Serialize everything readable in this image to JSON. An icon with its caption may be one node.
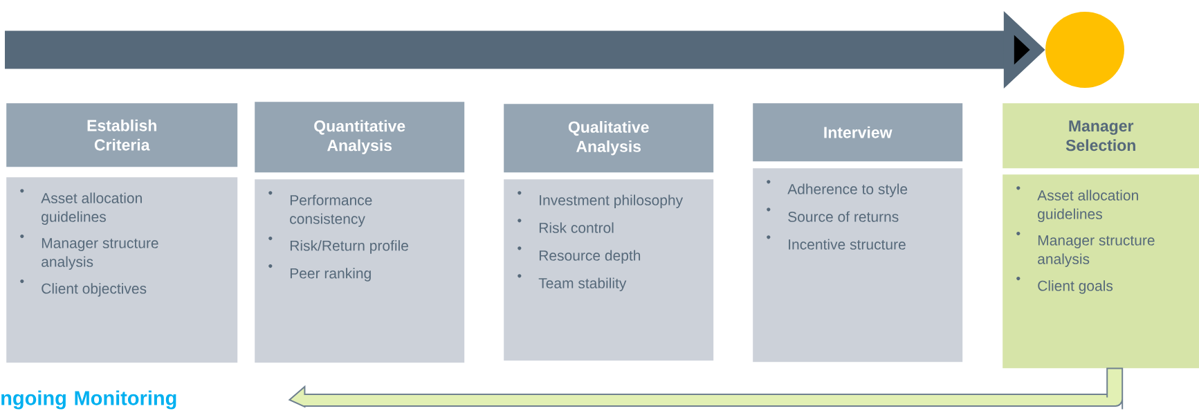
{
  "diagram": {
    "nodes": [
      {
        "text": [],
        "shape": "circle"
      },
      {
        "text": [
          "Establish Criteria"
        ]
      },
      {
        "text": [
          "Asset allocation guidelines",
          "Manager structure analysis",
          "Client objectives"
        ]
      },
      {
        "text": [
          "Quantitative Analysis"
        ]
      },
      {
        "text": [
          "Performance consistency",
          "Risk/Return profile",
          "Peer ranking"
        ]
      },
      {
        "text": [
          "Qualitative Analysis"
        ]
      },
      {
        "text": [
          "Investment philosophy",
          "Risk control",
          "Resource depth",
          "Team stability"
        ]
      },
      {
        "text": [
          "Interview"
        ]
      },
      {
        "text": [
          "Adherence to style",
          "Source of returns",
          "Incentive structure"
        ]
      },
      {
        "text": [
          "Manager Selection"
        ]
      },
      {
        "text": [
          "Asset allocation guidelines",
          "Manager structure analysis",
          "Client goals"
        ]
      },
      {
        "text": [
          "ngoing Monitoring"
        ]
      }
    ],
    "edges": [
      {
        "from": null,
        "to": 0,
        "arrow": "to",
        "color": "#56697a"
      },
      {
        "from": 10,
        "to": 11,
        "arrow": "to",
        "color": "#e2f0b4"
      }
    ]
  }
}
